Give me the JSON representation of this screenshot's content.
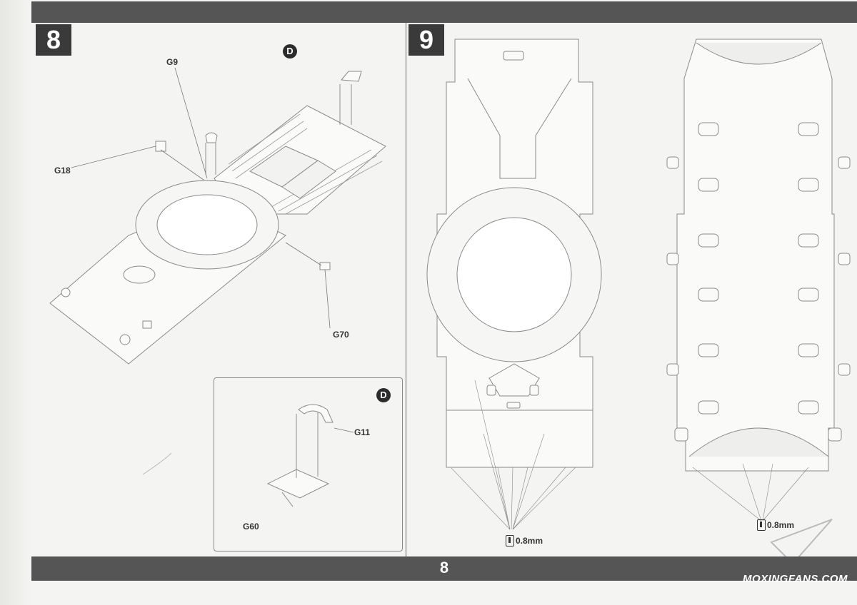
{
  "page": {
    "number": "8"
  },
  "step8": {
    "number": "8",
    "labels": {
      "g9": "G9",
      "g18": "G18",
      "g70": "G70"
    },
    "detail_badge": "D",
    "inset": {
      "badge": "D",
      "g11": "G11",
      "g60": "G60"
    }
  },
  "step9": {
    "number": "9",
    "drill_left": "0.8mm",
    "drill_right": "0.8mm"
  },
  "watermark": "MOXINGFANS.COM",
  "colors": {
    "bar": "#555555",
    "step_box": "#3a3a3a",
    "paper": "#f4f4f2",
    "line": "#8a8a8a"
  }
}
